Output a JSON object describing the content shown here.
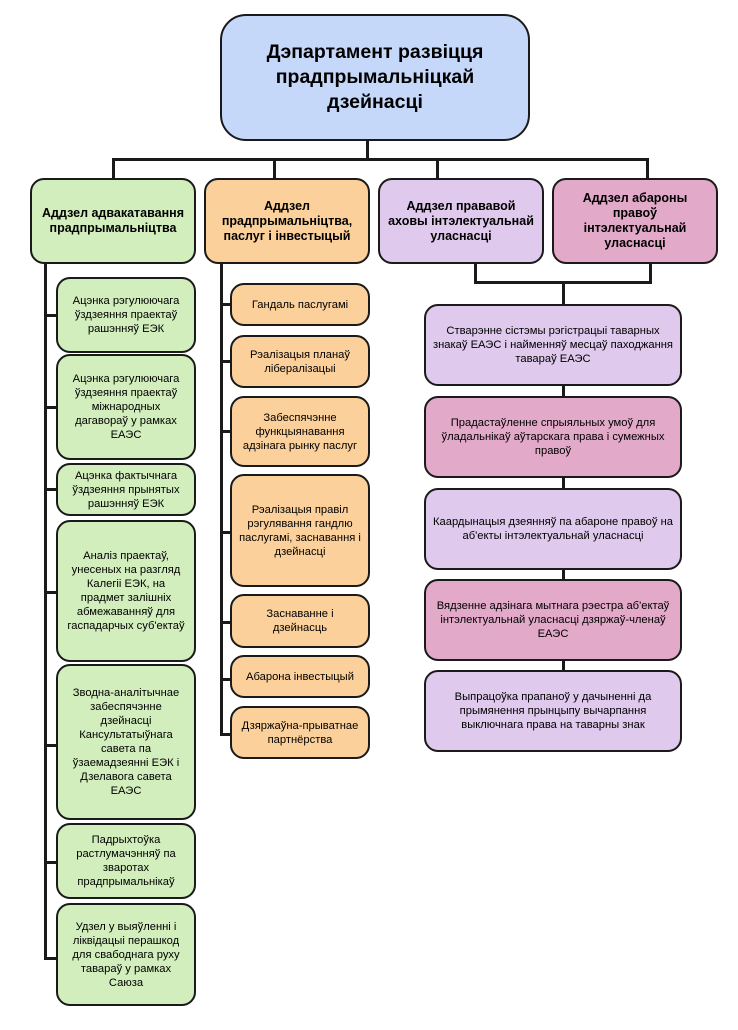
{
  "title": "Дэпартамент развіцця прадпрымальніцкай дзейнасці",
  "colors": {
    "root": "#c5d8f9",
    "advocacy": "#d3eebd",
    "entrepreneurship": "#fcd09a",
    "ip_legal": "#dfc9ec",
    "ip_protection": "#e2a9c9",
    "border": "#1a1a1a"
  },
  "departments": [
    {
      "name": "Аддзел адвакатавання прадпрымальніцтва",
      "items": [
        "Ацэнка рэгулюючага ўздзеяння праектаў рашэнняў ЕЭК",
        "Ацэнка рэгулюючага ўздзеяння праектаў міжнародных дагавораў у рамках ЕАЭС",
        "Ацэнка фактычнага ўздзеяння прынятых рашэнняў ЕЭК",
        "Аналіз праектаў, унесеных на разгляд Калегіі ЕЭК, на прадмет залішніх абмежаванняў для гаспадарчых суб'ектаў",
        "Зводна-аналітычнае забеспячэнне дзейнасці Кансультатыўнага савета па ўзаемадзеянні ЕЭК і Дзелавога савета ЕАЭС",
        "Падрыхтоўка растлумачэнняў па зваротах прадпрымальнікаў",
        "Удзел у выяўленні і ліквідацыі перашкод для свабоднага руху тавараў у рамках Саюза"
      ]
    },
    {
      "name": "Аддзел прадпрымальніцтва, паслуг і інвестыцый",
      "items": [
        "Гандаль паслугамі",
        "Рэалізацыя планаў лібералізацыі",
        "Забеспячэнне функцыянавання адзінага рынку паслуг",
        "Рэалізацыя правіл рэгулявання гандлю паслугамі, заснавання і дзейнасці",
        "Заснаванне і дзейнасць",
        "Абарона інвестыцый",
        "Дзяржаўна-прыватнае партнёрства"
      ]
    },
    {
      "name": "Аддзел прававой аховы інтэлектуальнай уласнасці"
    },
    {
      "name": "Аддзел абароны правоў інтэлектуальнай уласнасці"
    }
  ],
  "shared_items": [
    {
      "text": "Стварэнне сістэмы рэгістрацыі таварных знакаў ЕАЭС і найменняў месцаў паходжання тавараў ЕАЭС",
      "owner": "ip_legal"
    },
    {
      "text": "Прадастаўленне спрыяльных умоў для ўладальнікаў аўтарскага права і сумежных правоў",
      "owner": "ip_protection"
    },
    {
      "text": "Каардынацыя дзеянняў па абароне правоў на аб'екты інтэлектуальнай уласнасці",
      "owner": "ip_legal"
    },
    {
      "text": "Вядзенне адзінага мытнага рэестра аб'ектаў інтэлектуальнай уласнасці дзяржаў-членаў ЕАЭС",
      "owner": "ip_protection"
    },
    {
      "text": "Выпрацоўка прапаноў у дачыненні да прымянення прынцыпу вычарпання выключнага права на таварны знак",
      "owner": "ip_legal"
    }
  ]
}
